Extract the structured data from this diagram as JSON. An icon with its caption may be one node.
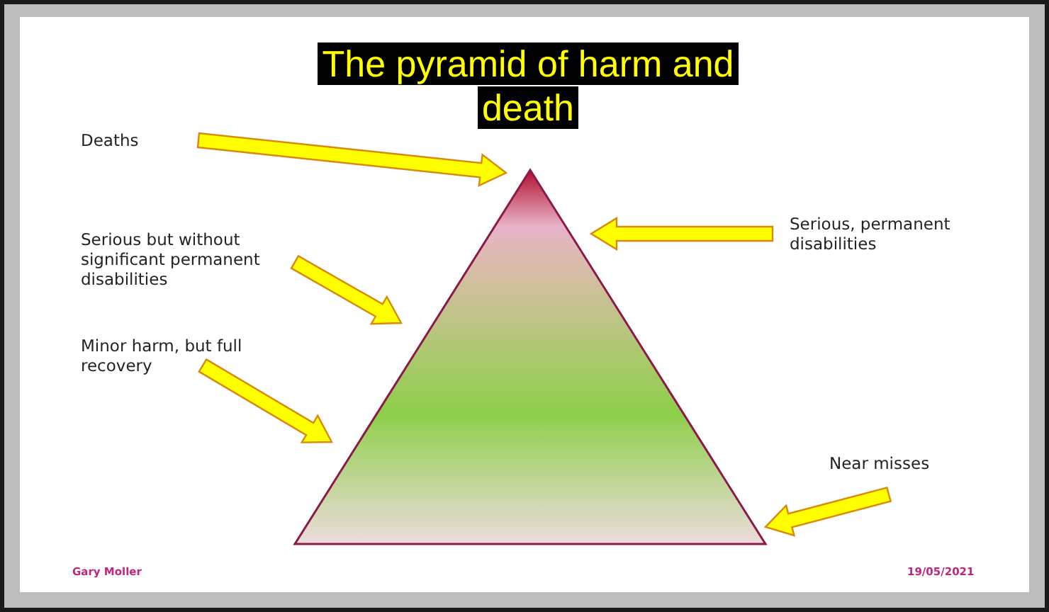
{
  "diagram": {
    "title": "The pyramid of harm and death",
    "nodes": [
      {
        "text": [
          "Deaths"
        ]
      },
      {
        "text": [
          "Serious but without significant permanent disabilities"
        ]
      },
      {
        "text": [
          "Minor harm, but full recovery"
        ]
      },
      {
        "text": [
          "Serious, permanent disabilities"
        ]
      },
      {
        "text": [
          "Near misses"
        ]
      },
      {
        "text": [],
        "shape": "triangle"
      }
    ],
    "edges": [
      {
        "from": 0,
        "to": 5,
        "arrow": "to"
      },
      {
        "from": 1,
        "to": 5,
        "arrow": "to"
      },
      {
        "from": 2,
        "to": 5,
        "arrow": "to"
      },
      {
        "from": 3,
        "to": 5,
        "arrow": "to"
      },
      {
        "from": 4,
        "to": 5,
        "arrow": "to"
      }
    ],
    "labels": [
      "Gary Moller",
      "19/05/2021"
    ]
  }
}
